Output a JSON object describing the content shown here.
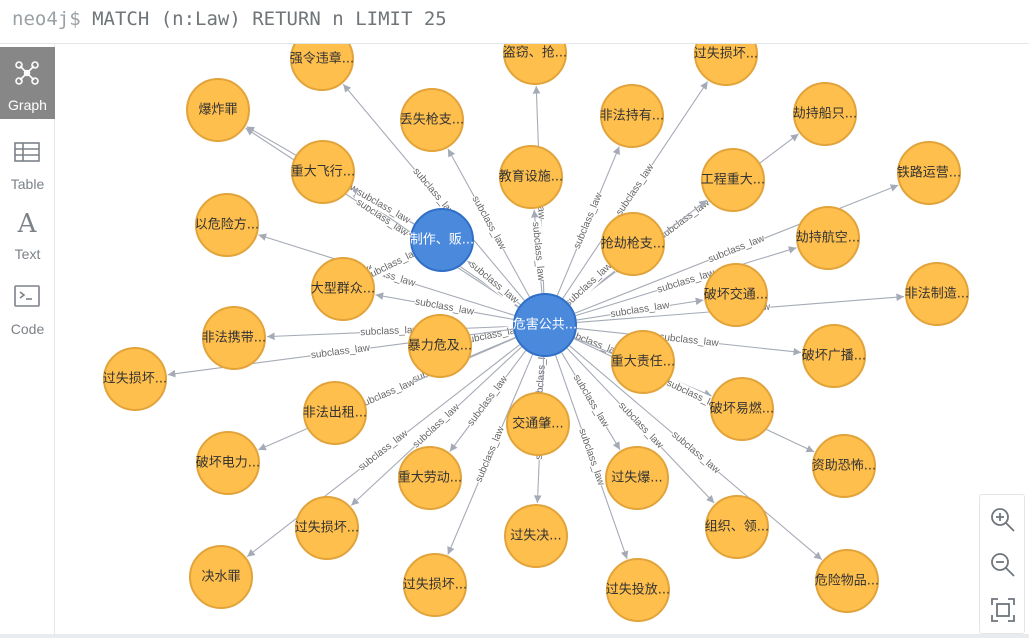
{
  "query": {
    "prompt": "neo4j$",
    "text": "MATCH (n:Law) RETURN n LIMIT 25"
  },
  "sidebar": {
    "items": [
      {
        "label": "Graph",
        "icon": "graph-icon",
        "active": true
      },
      {
        "label": "Table",
        "icon": "table-icon",
        "active": false
      },
      {
        "label": "Text",
        "icon": "text-icon",
        "active": false
      },
      {
        "label": "Code",
        "icon": "code-icon",
        "active": false
      }
    ]
  },
  "graph": {
    "colors": {
      "hub": "#4a89dc",
      "hub_border": "#2f6fc7",
      "node": "#ffbf4d",
      "node_border": "#e1a33a",
      "edge": "#a5abb6"
    },
    "relationship_label": "subclass_law",
    "center": {
      "label": "危害公共..."
    },
    "secondary_hub": {
      "label": "制作、贩..."
    },
    "nodes": [
      {
        "label": "强令违章..."
      },
      {
        "label": "盗窃、抢..."
      },
      {
        "label": "过失损坏..."
      },
      {
        "label": "爆炸罪"
      },
      {
        "label": "丢失枪支..."
      },
      {
        "label": "非法持有..."
      },
      {
        "label": "劫持船只..."
      },
      {
        "label": "重大飞行..."
      },
      {
        "label": "教育设施..."
      },
      {
        "label": "工程重大..."
      },
      {
        "label": "铁路运营..."
      },
      {
        "label": "以危险方..."
      },
      {
        "label": "抢劫枪支..."
      },
      {
        "label": "劫持航空..."
      },
      {
        "label": "大型群众..."
      },
      {
        "label": "破坏交通..."
      },
      {
        "label": "非法制造..."
      },
      {
        "label": "非法携带..."
      },
      {
        "label": "暴力危及..."
      },
      {
        "label": "重大责任..."
      },
      {
        "label": "破坏广播..."
      },
      {
        "label": "过失损坏..."
      },
      {
        "label": "非法出租..."
      },
      {
        "label": "破坏易燃..."
      },
      {
        "label": "交通肇..."
      },
      {
        "label": "破坏电力..."
      },
      {
        "label": "资助恐怖..."
      },
      {
        "label": "重大劳动..."
      },
      {
        "label": "过失爆..."
      },
      {
        "label": "过失损坏..."
      },
      {
        "label": "组织、领..."
      },
      {
        "label": "决水罪"
      },
      {
        "label": "过失决..."
      },
      {
        "label": "危险物品..."
      },
      {
        "label": "过失损坏..."
      },
      {
        "label": "过失投放..."
      }
    ]
  },
  "zoom_controls": {
    "icons": [
      "zoom-in-icon",
      "zoom-out-icon",
      "fit-to-screen-icon"
    ]
  }
}
